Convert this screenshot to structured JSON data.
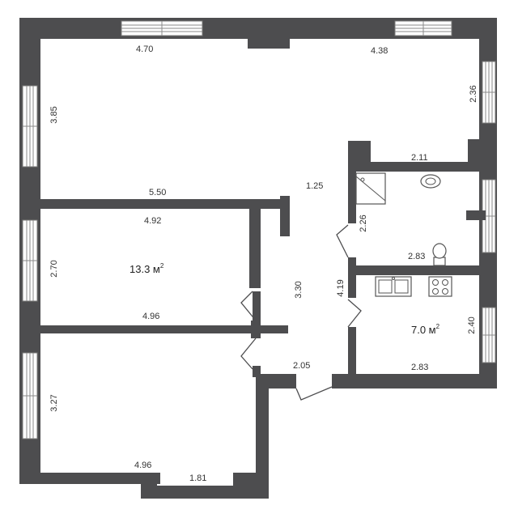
{
  "dimensions": {
    "top_left_width": "4.70",
    "top_right_width": "4.38",
    "right_upper_height": "2.36",
    "left_upper_height": "3.85",
    "bath_top_width": "2.11",
    "living_bottom_width": "5.50",
    "hall_gap": "1.25",
    "bed1_top_width": "4.92",
    "bath_height": "2.26",
    "bath_bottom_width": "2.83",
    "bed1_height": "2.70",
    "hall_height": "3.30",
    "kitchen_wall_height": "4.19",
    "bed1_bottom_width": "4.96",
    "kitchen_height": "2.40",
    "kitchen_bottom_width": "2.83",
    "entry_width": "2.05",
    "bed2_height": "3.27",
    "bed2_bottom_width": "4.96",
    "bed2_notch_width": "1.81"
  },
  "areas": {
    "bed1": {
      "value": "13.3 м",
      "sup": "2"
    },
    "kitchen": {
      "value": "7.0 м",
      "sup": "2"
    }
  },
  "colors": {
    "wall": "#4d4d4f",
    "background": "#ffffff"
  }
}
